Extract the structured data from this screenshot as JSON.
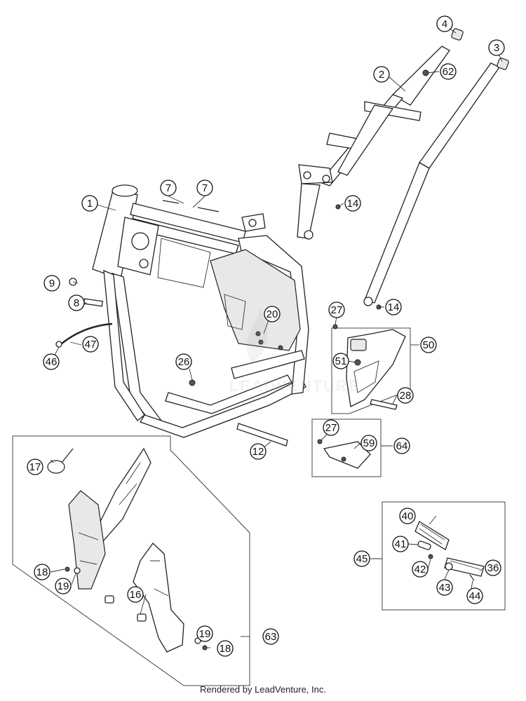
{
  "callouts": [
    {
      "label": "4"
    },
    {
      "label": "3"
    },
    {
      "label": "2"
    },
    {
      "label": "62"
    },
    {
      "label": "7"
    },
    {
      "label": "7"
    },
    {
      "label": "1"
    },
    {
      "label": "14"
    },
    {
      "label": "9"
    },
    {
      "label": "8"
    },
    {
      "label": "14"
    },
    {
      "label": "27"
    },
    {
      "label": "50"
    },
    {
      "label": "47"
    },
    {
      "label": "20"
    },
    {
      "label": "51"
    },
    {
      "label": "46"
    },
    {
      "label": "26"
    },
    {
      "label": "28"
    },
    {
      "label": "27"
    },
    {
      "label": "59"
    },
    {
      "label": "64"
    },
    {
      "label": "12"
    },
    {
      "label": "17"
    },
    {
      "label": "40"
    },
    {
      "label": "41"
    },
    {
      "label": "45"
    },
    {
      "label": "42"
    },
    {
      "label": "36"
    },
    {
      "label": "43"
    },
    {
      "label": "18"
    },
    {
      "label": "19"
    },
    {
      "label": "16"
    },
    {
      "label": "44"
    },
    {
      "label": "19"
    },
    {
      "label": "63"
    },
    {
      "label": "18"
    }
  ],
  "footer": "Rendered by LeadVenture, Inc."
}
